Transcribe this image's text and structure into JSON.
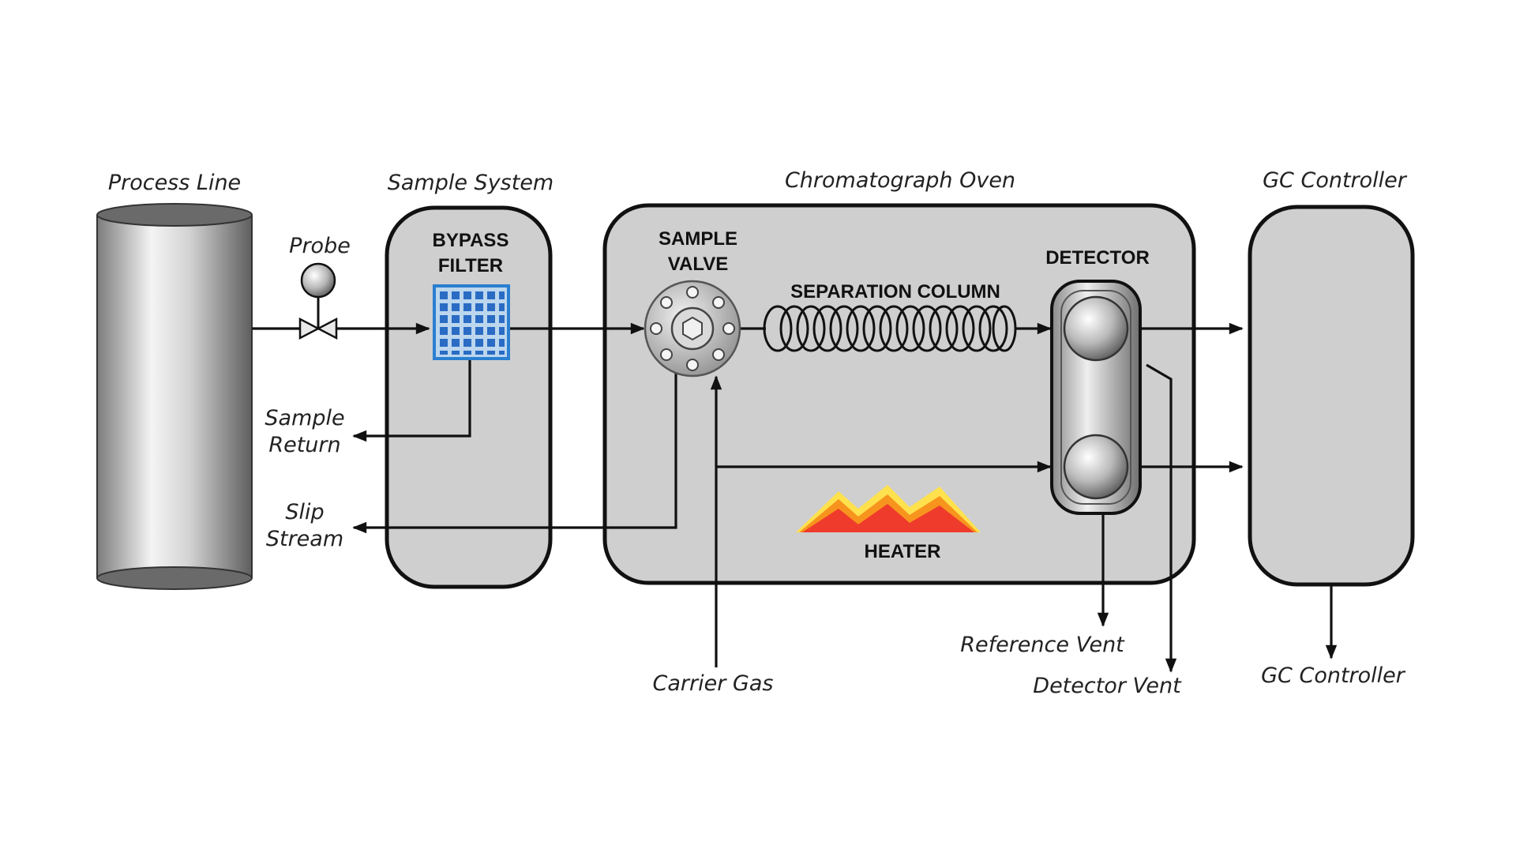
{
  "labels": {
    "process_line": "Process Line",
    "sample_system": "Sample System",
    "chromatograph_oven": "Chromatograph Oven",
    "gc_controller_top": "GC Controller",
    "probe": "Probe",
    "bypass_filter_line1": "BYPASS",
    "bypass_filter_line2": "FILTER",
    "sample_valve_line1": "SAMPLE",
    "sample_valve_line2": "VALVE",
    "separation_column": "SEPARATION COLUMN",
    "detector": "DETECTOR",
    "heater": "HEATER",
    "sample_return_line1": "Sample",
    "sample_return_line2": "Return",
    "slip_stream_line1": "Slip",
    "slip_stream_line2": "Stream",
    "carrier_gas": "Carrier Gas",
    "reference_vent": "Reference Vent",
    "detector_vent": "Detector Vent",
    "gc_controller_bottom": "GC Controller"
  },
  "colors": {
    "box_fill": "#cfcfcf",
    "outline": "#111111",
    "filter_blue": "#2a7fd0",
    "heater_red": "#ef3b2c",
    "heater_orange": "#f7941d",
    "heater_yellow": "#ffe14d"
  }
}
